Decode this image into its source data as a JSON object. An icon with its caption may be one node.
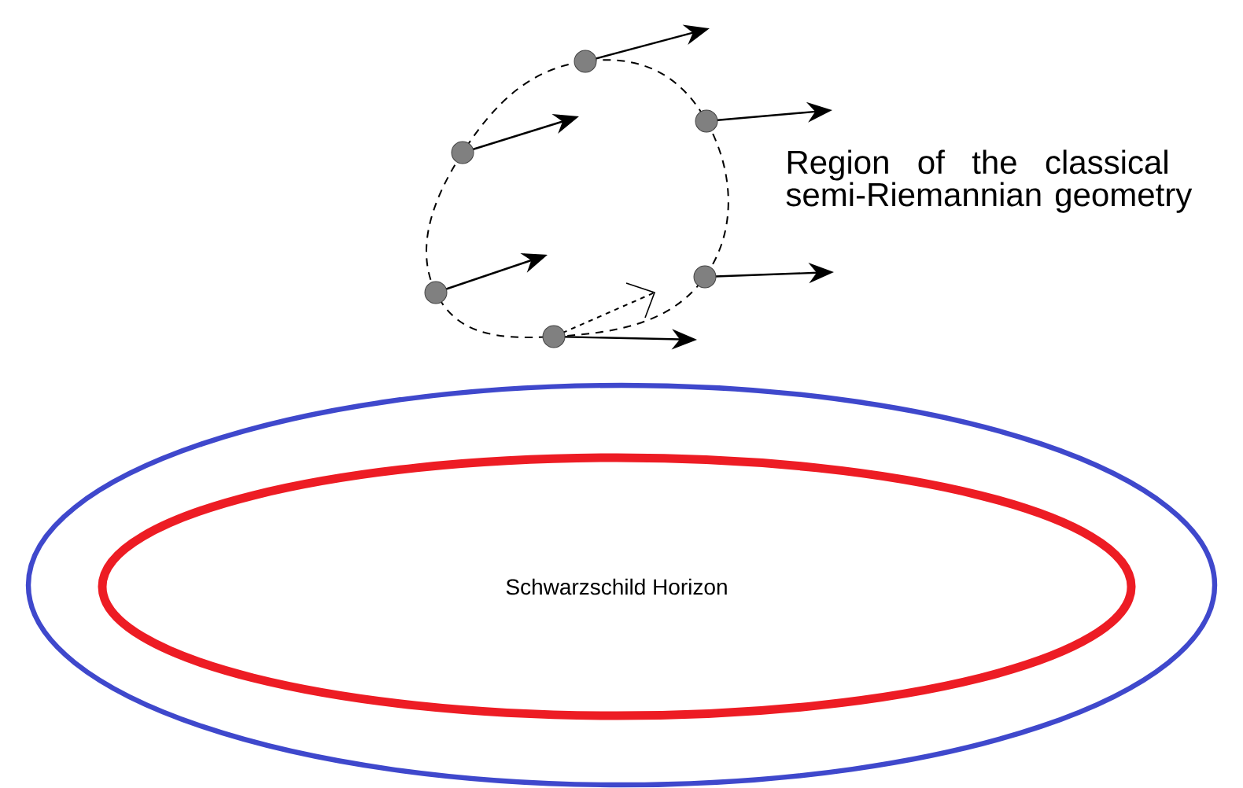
{
  "diagram": {
    "nodes": [
      {
        "text": [],
        "shape": "ellipse"
      },
      {
        "text": [
          "Schwarzschild Horizon"
        ],
        "in": 0
      }
    ],
    "labels": [
      "Region of the classical semi-Riemannian geometry"
    ]
  }
}
